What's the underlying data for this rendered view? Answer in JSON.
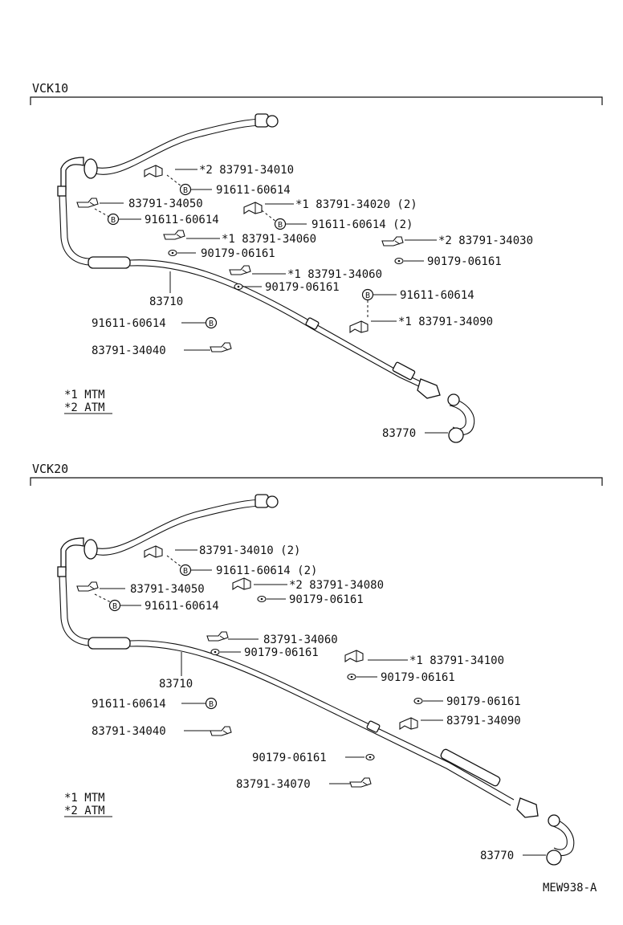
{
  "sections": [
    {
      "title": "VCK10",
      "callouts": [
        "*2  83791-34010",
        "91611-60614",
        "83791-34050",
        "91611-60614",
        "*1  83791-34020 (2)",
        "91611-60614 (2)",
        "*1  83791-34060",
        "90179-06161",
        "*2  83791-34030",
        "90179-06161",
        "*1  83791-34060",
        "90179-06161",
        "91611-60614",
        "*1  83791-34090",
        "83710",
        "91611-60614",
        "83791-34040",
        "83770"
      ],
      "legend": [
        "*1  MTM",
        "*2  ATM"
      ]
    },
    {
      "title": "VCK20",
      "callouts": [
        "83791-34010 (2)",
        "91611-60614 (2)",
        "83791-34050",
        "91611-60614",
        "*2  83791-34080",
        "90179-06161",
        "83791-34060",
        "90179-06161",
        "*1  83791-34100",
        "90179-06161",
        "83710",
        "91611-60614",
        "90179-06161",
        "83791-34090",
        "83791-34040",
        "90179-06161",
        "83791-34070",
        "83770"
      ],
      "legend": [
        "*1  MTM",
        "*2  ATM"
      ]
    }
  ],
  "footer_code": "MEW938-A",
  "icons": {
    "bolt": "circled-B",
    "nut": "small-hex-nut",
    "clamp": "cable-clamp",
    "cable": "speedometer-cable"
  }
}
